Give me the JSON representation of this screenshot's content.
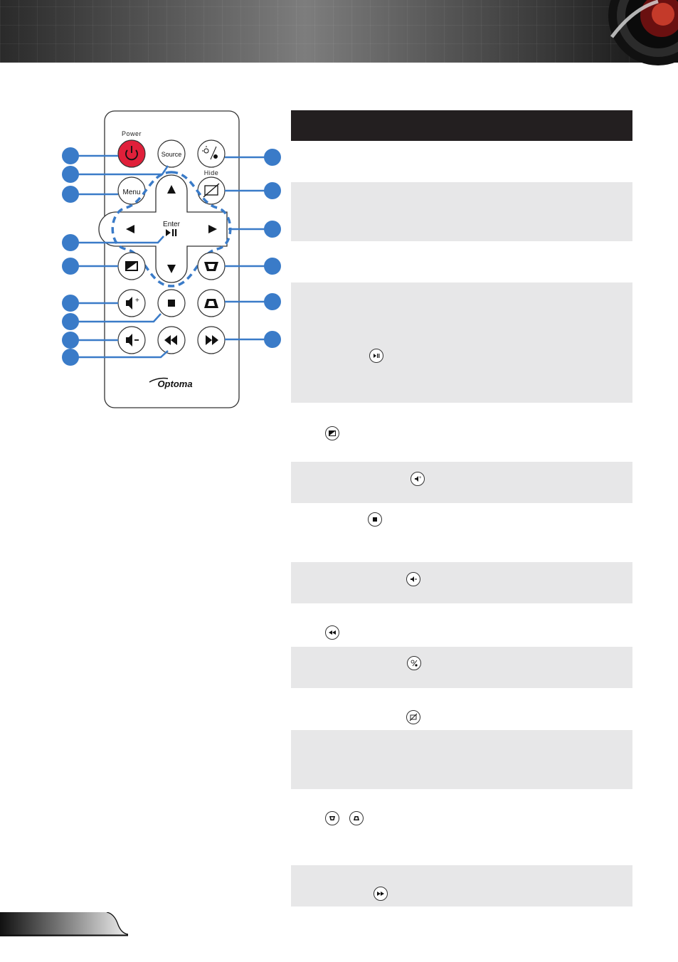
{
  "remote": {
    "power_label": "Power",
    "source_label": "Source",
    "hide_label": "Hide",
    "menu_label": "Menu",
    "enter_label": "Enter",
    "brand": "Optoma"
  },
  "colors": {
    "callout": "#3a7bc8",
    "power": "#e0203a",
    "table_header": "#231f20",
    "row_shade": "#e7e7e8"
  },
  "inline_icons": [
    "play-pause-icon",
    "brightness-icon",
    "volume-up-icon",
    "stop-icon",
    "volume-down-icon",
    "rewind-icon",
    "brightness-mode-icon",
    "hide-icon",
    "keystone-up-icon",
    "keystone-down-icon",
    "fast-forward-icon"
  ]
}
